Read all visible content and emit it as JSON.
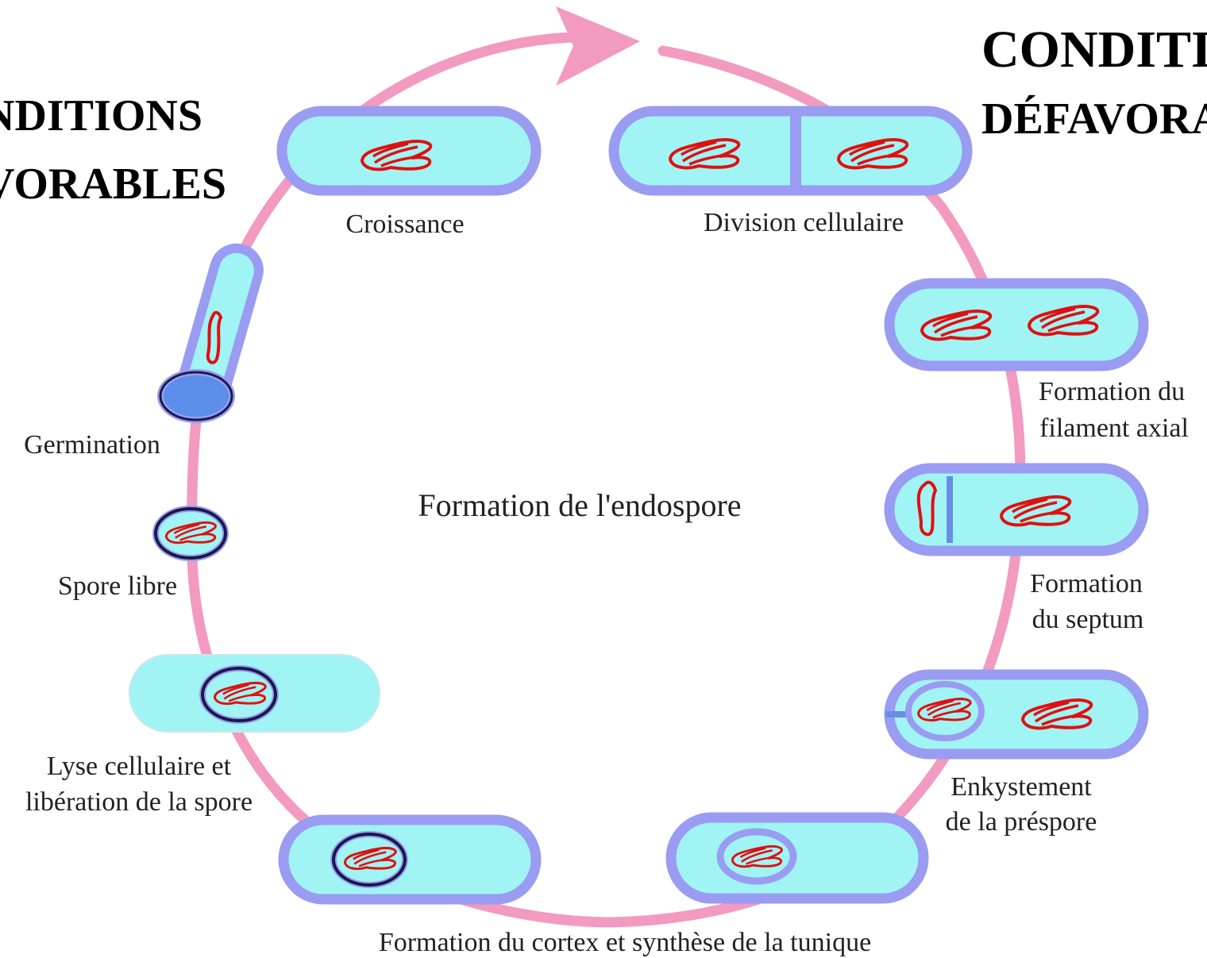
{
  "headings": {
    "left": [
      "NDITIONS",
      "VORABLES"
    ],
    "right": [
      "CONDITIO",
      "DÉFAVORA"
    ]
  },
  "center_label": "Formation de l'endospore",
  "stages": {
    "croissance": "Croissance",
    "division": "Division cellulaire",
    "filament": [
      "Formation du",
      "filament axial"
    ],
    "septum": [
      "Formation",
      "du septum"
    ],
    "enkystement": [
      "Enkystement",
      "de la préspore"
    ],
    "cortex": "Formation du cortex et synthèse de la tunique",
    "lyse": [
      "Lyse cellulaire et",
      "libération de la spore"
    ],
    "spore_libre": "Spore libre",
    "germination": "Germination"
  },
  "colors": {
    "cycle": "#f29ac0",
    "cell_fill": "#a0f4f4",
    "cell_border": "#9a9cf2",
    "dna": "#e01010",
    "spore_ring": "#1a1a4a",
    "germ_spore": "#5a8ee8"
  }
}
